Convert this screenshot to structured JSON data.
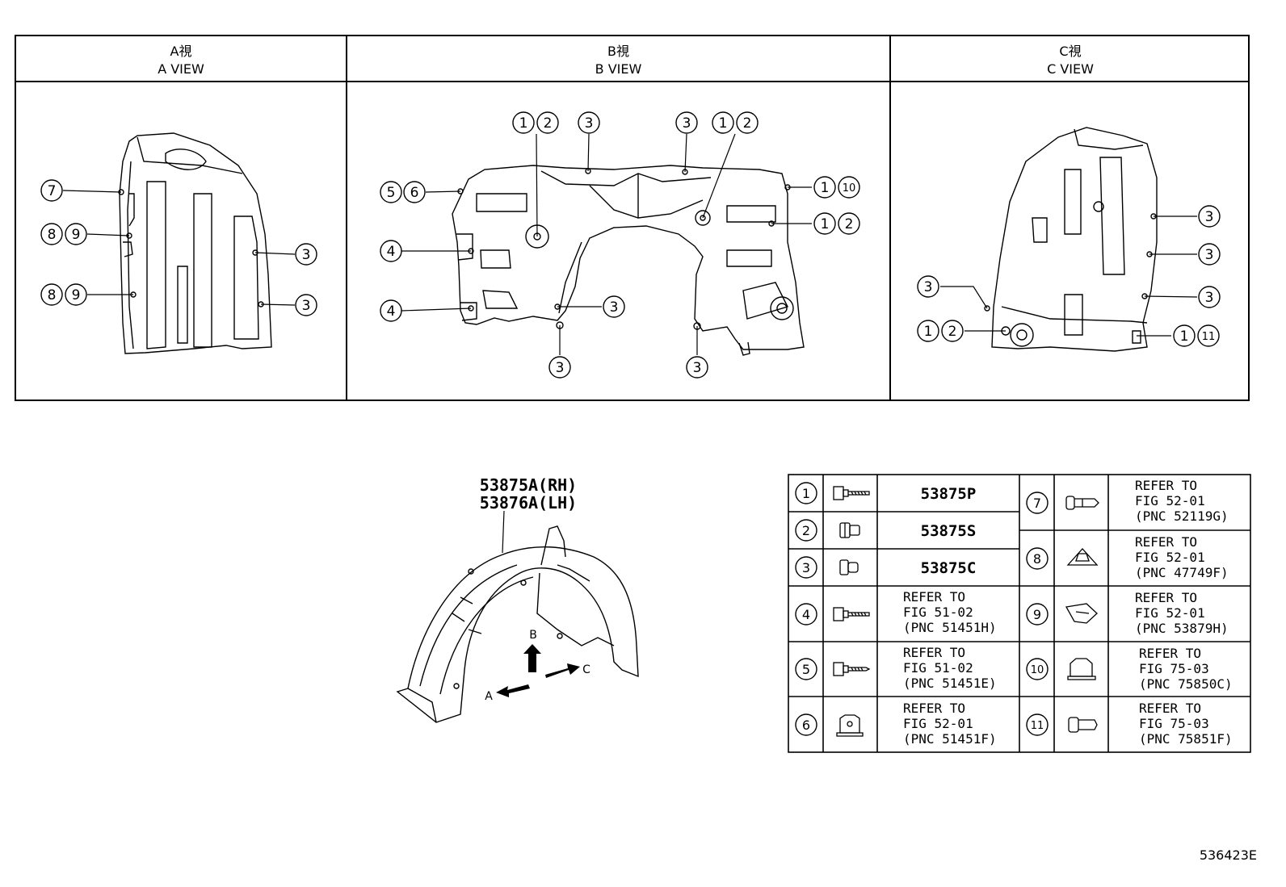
{
  "views": [
    {
      "jp": "A視",
      "en": "A VIEW"
    },
    {
      "jp": "B視",
      "en": "B VIEW"
    },
    {
      "jp": "C視",
      "en": "C VIEW"
    }
  ],
  "callouts": {
    "a": [
      "7",
      "8",
      "9",
      "8",
      "9",
      "3",
      "3"
    ],
    "b": [
      "1",
      "2",
      "3",
      "3",
      "1",
      "2",
      "5",
      "6",
      "1",
      "10",
      "1",
      "2",
      "4",
      "4",
      "3",
      "3",
      "3"
    ],
    "c": [
      "3",
      "3",
      "3",
      "3",
      "1",
      "2",
      "1",
      "11"
    ]
  },
  "main_part": {
    "rh": "53875A(RH)",
    "lh": "53876A(LH)"
  },
  "arrows": {
    "a": "A",
    "b": "B",
    "c": "C"
  },
  "legend": {
    "left": [
      {
        "num": "1",
        "icon": "bolt-icon",
        "text": [
          "53875P"
        ]
      },
      {
        "num": "2",
        "icon": "nut-icon",
        "text": [
          "53875S"
        ]
      },
      {
        "num": "3",
        "icon": "clip-icon",
        "text": [
          "53875C"
        ]
      },
      {
        "num": "4",
        "icon": "bolt-icon",
        "text": [
          "REFER TO",
          "FIG 51-02",
          "(PNC 51451H)"
        ]
      },
      {
        "num": "5",
        "icon": "screw-icon",
        "text": [
          "REFER TO",
          "FIG 51-02",
          "(PNC 51451E)"
        ]
      },
      {
        "num": "6",
        "icon": "fastener-block-icon",
        "text": [
          "REFER TO",
          "FIG 52-01",
          "(PNC 51451F)"
        ]
      }
    ],
    "right": [
      {
        "num": "7",
        "icon": "push-clip-icon",
        "text": [
          "REFER TO",
          "FIG 52-01",
          "(PNC 52119G)"
        ]
      },
      {
        "num": "8",
        "icon": "triangle-clip-icon",
        "text": [
          "REFER TO",
          "FIG 52-01",
          "(PNC 47749F)"
        ]
      },
      {
        "num": "9",
        "icon": "spring-clip-icon",
        "text": [
          "REFER TO",
          "FIG 52-01",
          "(PNC 53879H)"
        ]
      },
      {
        "num": "10",
        "icon": "grommet-icon",
        "text": [
          "REFER TO",
          "FIG 75-03",
          "(PNC 75850C)"
        ]
      },
      {
        "num": "11",
        "icon": "plug-icon",
        "text": [
          "REFER TO",
          "FIG 75-03",
          "(PNC 75851F)"
        ]
      }
    ]
  },
  "figure_id": "536423E"
}
